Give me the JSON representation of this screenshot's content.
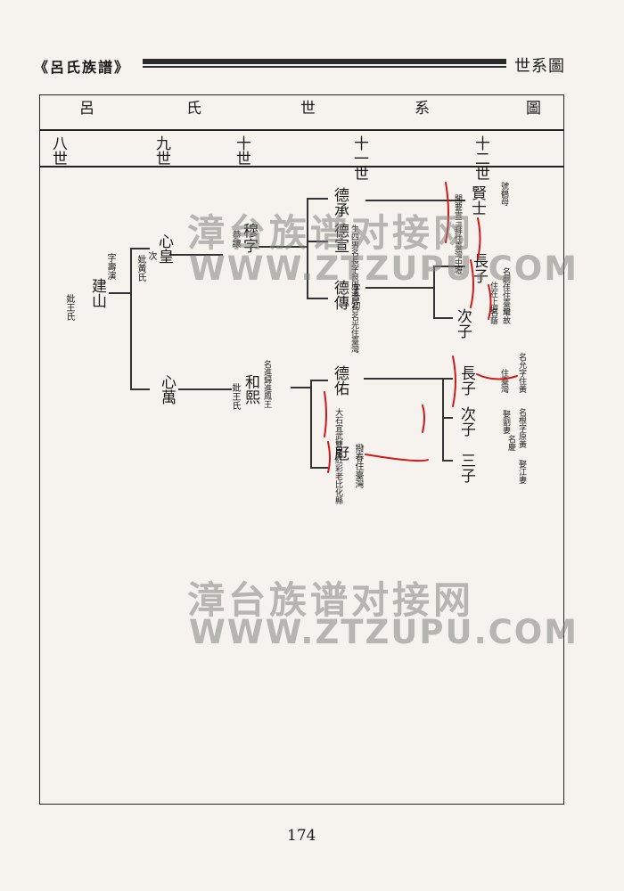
{
  "header": {
    "book_title": "《呂氏族譜》",
    "section_title": "世系圖"
  },
  "table_title": [
    "呂",
    "氏",
    "世",
    "系",
    "圖"
  ],
  "generations": [
    "八世",
    "九世",
    "十世",
    "十一世",
    "十二世"
  ],
  "people": {
    "jianshan": {
      "name": "建山",
      "note_a": "字壽演",
      "note_b": "妣王氏"
    },
    "xinhuang": {
      "name": "心皇",
      "note_a": "次",
      "note_b": "妣黃氏"
    },
    "xinwan": {
      "name": "心萬"
    },
    "hexi": {
      "name": "和熙",
      "note_a": "名進歸進鳳王",
      "note_b": "妣王氏"
    },
    "mu": {
      "name": "穆字",
      "note": "恭讓"
    },
    "decheng": {
      "name": "德承"
    },
    "dexuan": {
      "name": "德宣",
      "note": "生四男名長字良周遷居台名光住臺灣"
    },
    "dechuan": {
      "name": "德傳",
      "note": "字合初"
    },
    "deyou": {
      "name": "德佑",
      "note": "大石宜武雙泉紅彩老比化縣"
    },
    "de_bottom": {
      "name": "屘",
      "note": "撥春住臺灣"
    },
    "xianshi": {
      "name": "賢士",
      "note_a": "號鶴母",
      "note_b": "聞要雲三拜住臺灣中壢"
    },
    "changzi1": {
      "name": "長子",
      "note": "名嗣佳住臺灣"
    },
    "changzi1_b": {
      "note": "住在上壢"
    },
    "cizi1": {
      "name": "次子",
      "note": "名蔭",
      "note_b": "早故"
    },
    "changzi2": {
      "name": "長子",
      "note": "名允字住黃",
      "note_b": "住臺灣"
    },
    "cizi2": {
      "name": "次子",
      "note": "名根字原黃",
      "note_b": "娶劉妻"
    },
    "sanzi": {
      "name": "三子",
      "note": "名慶",
      "note_b": "娶江妻"
    }
  },
  "watermark": {
    "cn": "漳台族谱对接网",
    "url": "WWW.ZTZUPU.COM"
  },
  "page_number": "174"
}
